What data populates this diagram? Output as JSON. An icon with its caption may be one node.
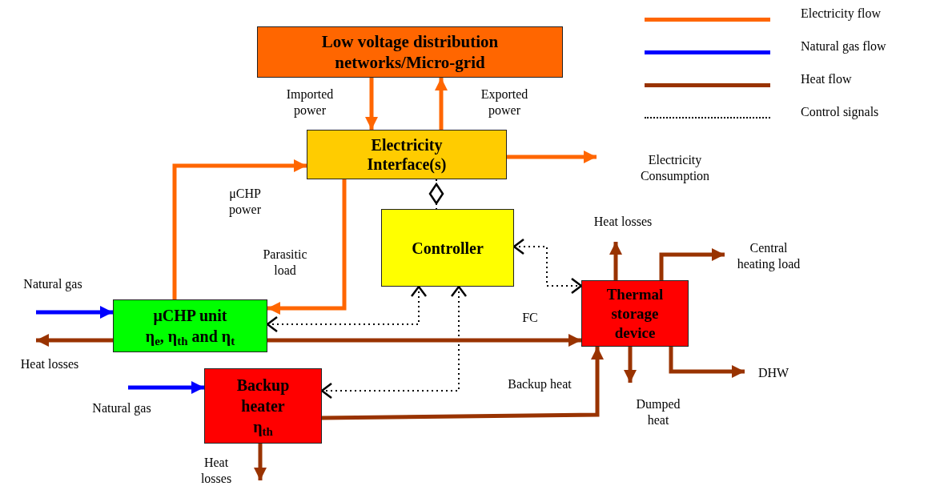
{
  "diagram": {
    "nodes": [
      {
        "text": [
          "Low voltage distribution networks/Micro-grid"
        ]
      },
      {
        "text": [
          "Electricity Interface(s)"
        ]
      },
      {
        "text": [
          "Controller"
        ]
      },
      {
        "text": [
          "μCHP unit",
          "η$_{e}$, η$_{th}$ and η$_{t}$"
        ]
      },
      {
        "text": [
          "Thermal storage device"
        ]
      },
      {
        "text": [
          "Backup heater",
          "η$_{th}$"
        ]
      }
    ],
    "edges": [
      {
        "from": 0,
        "to": 1,
        "arrow": "to",
        "label": "Imported power",
        "color": "#ff6600"
      },
      {
        "from": 1,
        "to": 0,
        "arrow": "to",
        "label": "Exported power",
        "color": "#ff6600"
      },
      {
        "from": 1,
        "to": null,
        "arrow": "to",
        "label": "Electricity Consumption",
        "color": "#ff6600"
      },
      {
        "from": 3,
        "to": 1,
        "arrow": "to",
        "label": "μCHP power",
        "color": "#ff6600"
      },
      {
        "from": 1,
        "to": 3,
        "arrow": "to",
        "label": "Parasitic load",
        "color": "#ff6600"
      },
      {
        "from": 1,
        "to": 2,
        "arrow": "other",
        "style": "dashed",
        "color": "#000000"
      },
      {
        "from": 2,
        "to": 3,
        "arrow": "both",
        "style": "dashed",
        "color": "#000000"
      },
      {
        "from": 2,
        "to": 5,
        "arrow": "both",
        "style": "dashed",
        "color": "#000000"
      },
      {
        "from": 2,
        "to": 4,
        "arrow": "both",
        "style": "dashed",
        "color": "#000000"
      },
      {
        "from": 3,
        "to": 4,
        "arrow": "to",
        "label": "FC"
      },
      {
        "from": 5,
        "to": 4,
        "arrow": "to",
        "label": "Backup heat"
      },
      {
        "from": null,
        "to": 3,
        "arrow": "to",
        "label": "Natural gas",
        "color": "#0000ff"
      },
      {
        "from": 3,
        "to": null,
        "arrow": "to",
        "label": "Heat losses"
      },
      {
        "from": null,
        "to": 5,
        "arrow": "to",
        "label": "Natural gas",
        "color": "#0000ff"
      },
      {
        "from": 5,
        "to": null,
        "arrow": "to",
        "label": "Heat losses"
      },
      {
        "from": 4,
        "to": null,
        "arrow": "to",
        "label": "Heat losses"
      },
      {
        "from": 4,
        "to": null,
        "arrow": "to",
        "label": "Central heating load"
      },
      {
        "from": 4,
        "to": null,
        "arrow": "to",
        "label": "Dumped heat"
      },
      {
        "from": 4,
        "to": null,
        "arrow": "to",
        "label": "DHW"
      }
    ],
    "legend": [
      {
        "text": "Electricity flow",
        "color": "#ff6600"
      },
      {
        "text": "Natural gas flow",
        "color": "#0000ff"
      },
      {
        "text": "Heat flow",
        "color": "#993300"
      },
      {
        "text": "Control signals"
      }
    ]
  }
}
